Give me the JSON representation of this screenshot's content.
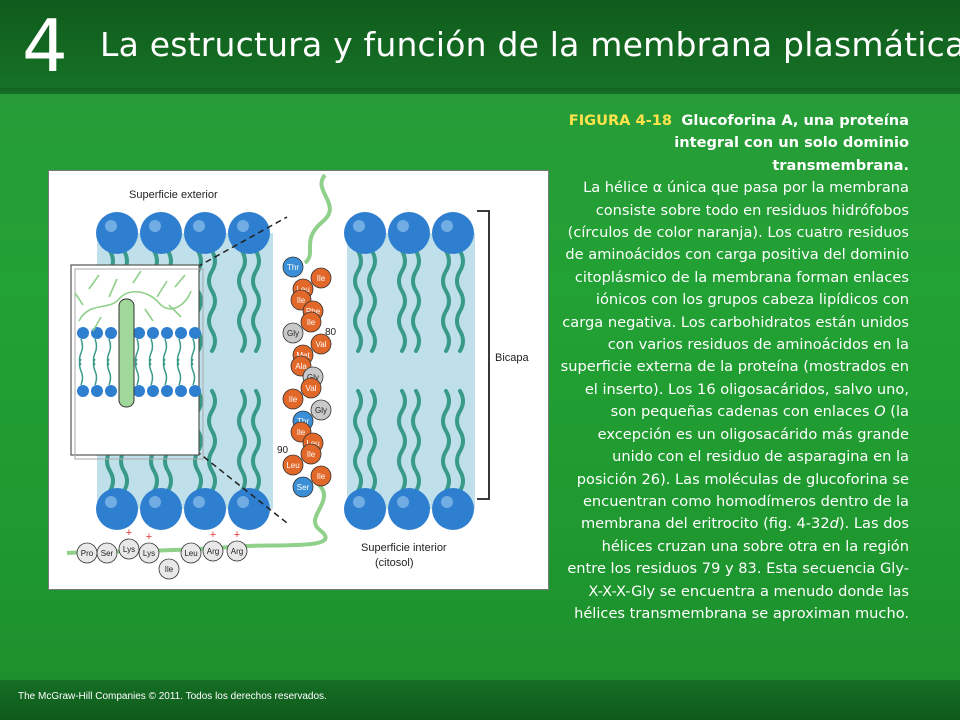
{
  "header": {
    "chapter_number": "4",
    "title": "La estructura y función de la membrana plasmática"
  },
  "figure": {
    "label_outer": "Superficie exterior",
    "label_bilayer": "Bicapa",
    "label_inner_line1": "Superficie interior",
    "label_inner_line2": "(citosol)",
    "residue_80": "80",
    "residue_90": "90",
    "helix_residues": [
      {
        "name": "Thr",
        "color": "#3a8fd6"
      },
      {
        "name": "Ile",
        "color": "#e2682a"
      },
      {
        "name": "Leu",
        "color": "#e2682a"
      },
      {
        "name": "Ile",
        "color": "#e2682a"
      },
      {
        "name": "Phe",
        "color": "#e2682a"
      },
      {
        "name": "Ile",
        "color": "#e2682a"
      },
      {
        "name": "Gly",
        "color": "#c9c9c9"
      },
      {
        "name": "Val",
        "color": "#e2682a"
      },
      {
        "name": "Met",
        "color": "#e2682a"
      },
      {
        "name": "Ala",
        "color": "#e2682a"
      },
      {
        "name": "Gly",
        "color": "#c9c9c9"
      },
      {
        "name": "Val",
        "color": "#e2682a"
      },
      {
        "name": "Ile",
        "color": "#e2682a"
      },
      {
        "name": "Gly",
        "color": "#c9c9c9"
      },
      {
        "name": "Thr",
        "color": "#3a8fd6"
      },
      {
        "name": "Ile",
        "color": "#e2682a"
      },
      {
        "name": "Leu",
        "color": "#e2682a"
      },
      {
        "name": "Ile",
        "color": "#e2682a"
      },
      {
        "name": "Leu",
        "color": "#e2682a"
      },
      {
        "name": "Ile",
        "color": "#e2682a"
      },
      {
        "name": "Ser",
        "color": "#3a8fd6"
      }
    ],
    "cytoplasmic_residues": [
      {
        "name": "Pro",
        "color": "#e8e8e8"
      },
      {
        "name": "Ser",
        "color": "#e8e8e8"
      },
      {
        "name": "Lys",
        "color": "#e8e8e8"
      },
      {
        "name": "Lys",
        "color": "#e8e8e8"
      },
      {
        "name": "Ile",
        "color": "#e8e8e8"
      },
      {
        "name": "Leu",
        "color": "#e8e8e8"
      },
      {
        "name": "Arg",
        "color": "#e8e8e8"
      },
      {
        "name": "Arg",
        "color": "#e8e8e8"
      }
    ],
    "charge_symbol": "+",
    "colors": {
      "lipid_head": "#2f7fd0",
      "lipid_tail": "#3a9a8a",
      "membrane_band": "#bfe0ea",
      "helix_green": "#8fd08a",
      "residue_text": "#ffffff"
    }
  },
  "caption": {
    "figure_label": "FIGURA 4-18",
    "figure_title": "Glucoforina A, una proteína integral con un solo dominio transmembrana.",
    "body_part1": "La hélice α única que pasa por la membrana consiste sobre todo en residuos hidrófobos (círculos de color naranja). Los cuatro residuos de aminoácidos con carga positiva del dominio citoplásmico de la membrana forman enlaces iónicos con los grupos cabeza lipídicos con carga negativa. Los carbohidratos están unidos con varios residuos de aminoácidos en la superficie externa de la proteína (mostrados en el inserto). Los 16 oligosacáridos, salvo uno, son pequeñas cadenas con enlaces ",
    "body_italic_O": "O",
    "body_part2": " (la excepción es un oligosacárido más grande unido con el residuo de asparagina en la posición 26). Las moléculas de glucoforina se encuentran como homodímeros dentro de la membrana del eritrocito (fig. 4-32",
    "body_italic_d": "d",
    "body_part3": "). Las dos hélices cruzan una sobre otra en la región entre los residuos 79 y 83. Esta secuencia Gly-X-X-X-Gly se encuentra a menudo donde las hélices transmembrana se aproximan mucho."
  },
  "footer": {
    "copyright": "The McGraw-Hill Companies © 2011. Todos los derechos reservados."
  }
}
